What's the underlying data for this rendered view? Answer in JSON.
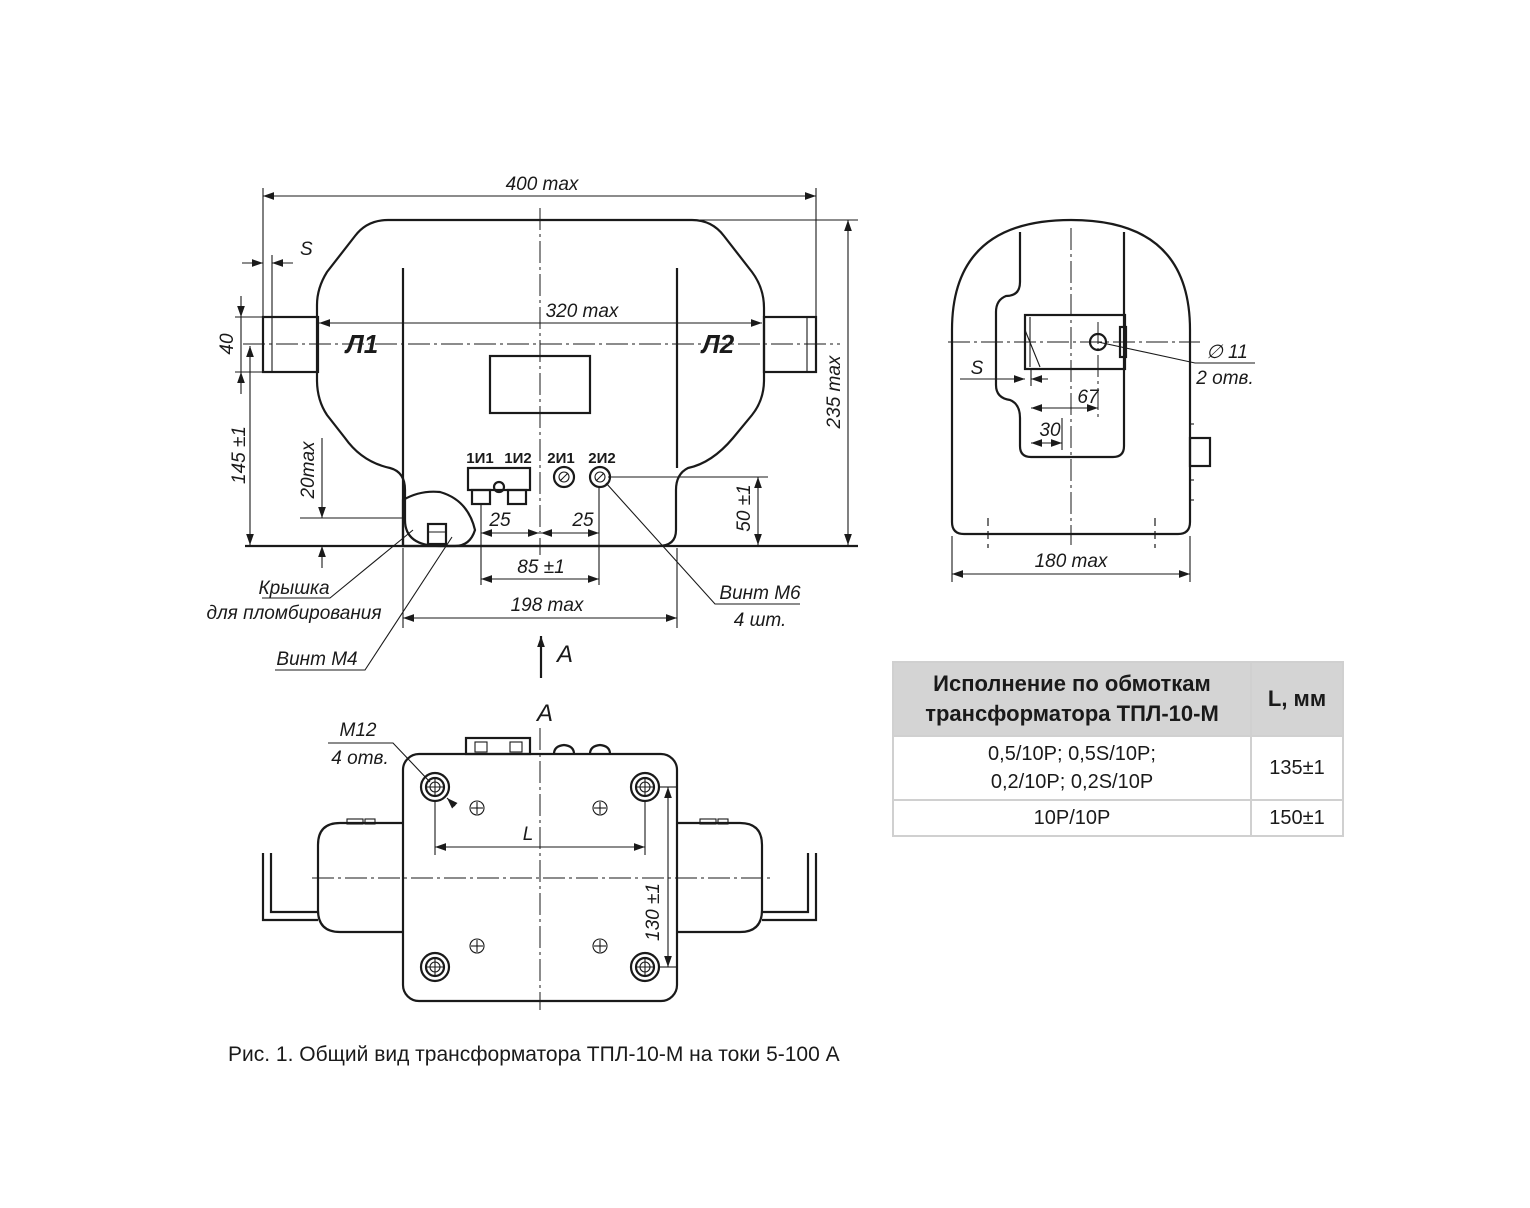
{
  "front_view": {
    "dim_overall_width": "400 max",
    "dim_inner_width": "320 max",
    "dim_height": "235 max",
    "dim_s": "S",
    "dim_40": "40",
    "dim_145": "145 ±1",
    "dim_20": "20max",
    "dim_50": "50 ±1",
    "dim_25_left": "25",
    "dim_25_right": "25",
    "dim_85": "85 ±1",
    "dim_198": "198 max",
    "terminal_l1": "Л1",
    "terminal_l2": "Л2",
    "terminals": [
      "1И1",
      "1И2",
      "2И1",
      "2И2"
    ],
    "callout_cover_line1": "Крышка",
    "callout_cover_line2": "для пломбирования",
    "callout_screw_m4": "Винт М4",
    "callout_screw_m6_line1": "Винт М6",
    "callout_screw_m6_line2": "4 шт.",
    "view_arrow_label": "А"
  },
  "side_view": {
    "dim_hole_line1": "∅ 11",
    "dim_hole_line2": "2 отв.",
    "dim_s": "S",
    "dim_67": "67",
    "dim_30": "30",
    "dim_180": "180 max"
  },
  "bottom_view": {
    "title": "А",
    "callout_m12_line1": "М12",
    "callout_m12_line2": "4 отв.",
    "dim_l": "L",
    "dim_130": "130 ±1"
  },
  "table": {
    "header_col1_line1": "Исполнение по обмоткам",
    "header_col1_line2": "трансформатора ТПЛ-10-М",
    "header_col2": "L, мм",
    "rows": [
      {
        "variant_line1": "0,5/10P; 0,5S/10P;",
        "variant_line2": "0,2/10P; 0,2S/10P",
        "l": "135±1"
      },
      {
        "variant_line1": "10P/10P",
        "variant_line2": "",
        "l": "150±1"
      }
    ]
  },
  "caption": "Рис. 1. Общий вид трансформатора ТПЛ-10-М на токи 5-100 А"
}
